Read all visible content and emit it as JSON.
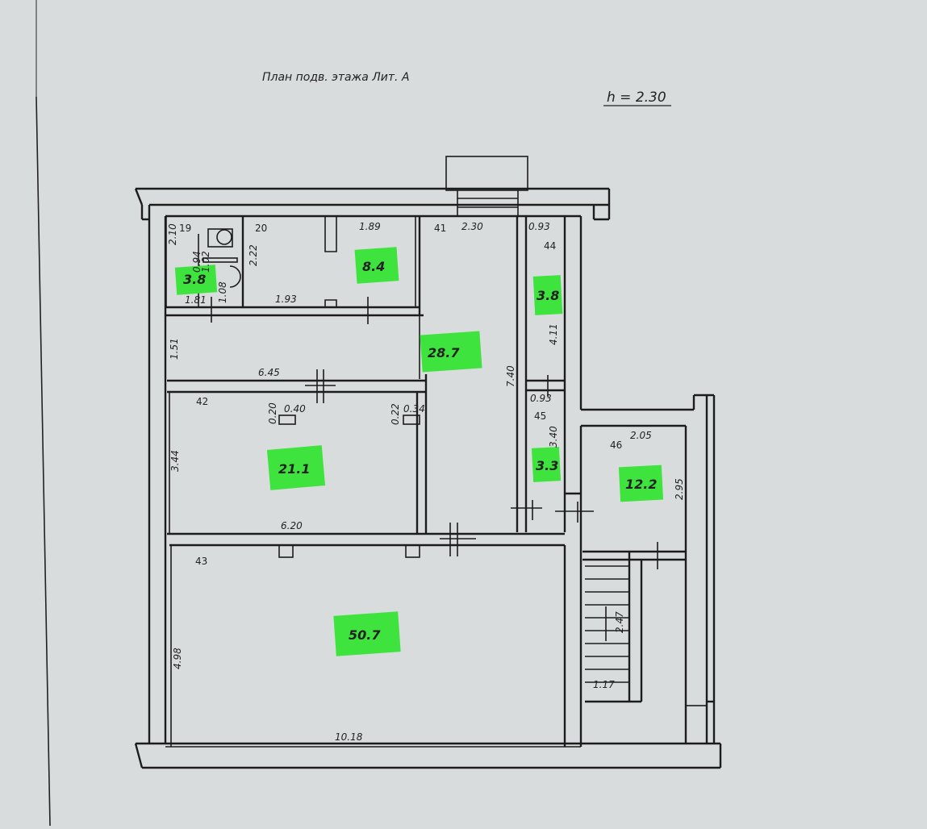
{
  "header": {
    "plan_title": "План подв. этажа Лит. А",
    "height_label": "h = 2.30"
  },
  "rooms": [
    {
      "id": "r19",
      "number": "19",
      "area": "3.8"
    },
    {
      "id": "r20",
      "number": "20",
      "area": "8.4"
    },
    {
      "id": "r41",
      "number": "41",
      "area": "28.7"
    },
    {
      "id": "r44",
      "number": "44",
      "area": "3.8"
    },
    {
      "id": "r42",
      "number": "42",
      "area": "21.1"
    },
    {
      "id": "r45",
      "number": "45",
      "area": "3.3"
    },
    {
      "id": "r46",
      "number": "46",
      "area": "12.2"
    },
    {
      "id": "r43",
      "number": "43",
      "area": "50.7"
    }
  ],
  "dimensions": {
    "d19_w": "1.81",
    "d19_h": "2.10",
    "d19_wc_a": "0.94",
    "d19_wc_b": "1.02",
    "d19_wc_c": "1.08",
    "d20_h": "2.22",
    "d20_top": "1.89",
    "d20_bottom": "1.93",
    "d41_top": "2.30",
    "d41_side": "7.40",
    "d_corridor": "1.51",
    "d_corridor_len": "6.45",
    "d44_w": "0.93",
    "d44_h": "4.11",
    "d42_w": "6.20",
    "d42_h": "3.44",
    "d42_vent1_a": "0.40",
    "d42_vent1_b": "0.20",
    "d42_vent2_a": "0.34",
    "d42_vent2_b": "0.22",
    "d45_w": "0.93",
    "d45_h": "3.40",
    "d46_w": "2.05",
    "d46_h": "2.95",
    "d43_w": "10.18",
    "d43_h": "4.98",
    "stair_h": "2.47",
    "stair_w": "1.17"
  },
  "colors": {
    "highlight": "#3ee33e",
    "paper": "#d9dcdd",
    "ink": "#1c1c1c"
  }
}
